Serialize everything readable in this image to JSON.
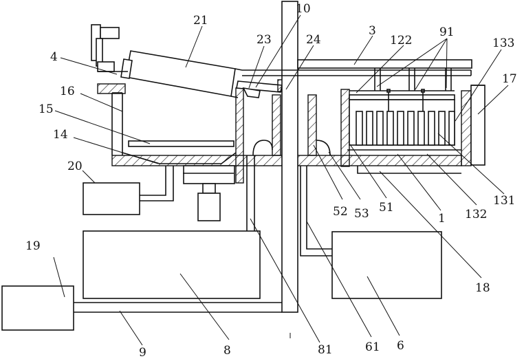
{
  "labels": {
    "l1": "1",
    "l3": "3",
    "l4": "4",
    "l6": "6",
    "l8": "8",
    "l9": "9",
    "l10": "10",
    "l14": "14",
    "l15": "15",
    "l16": "16",
    "l17": "17",
    "l18": "18",
    "l19": "19",
    "l20": "20",
    "l21": "21",
    "l23": "23",
    "l24": "24",
    "l51": "51",
    "l52": "52",
    "l53": "53",
    "l61": "61",
    "l81": "81",
    "l91": "91",
    "l122": "122",
    "l131": "131",
    "l132": "132",
    "l133": "133"
  }
}
